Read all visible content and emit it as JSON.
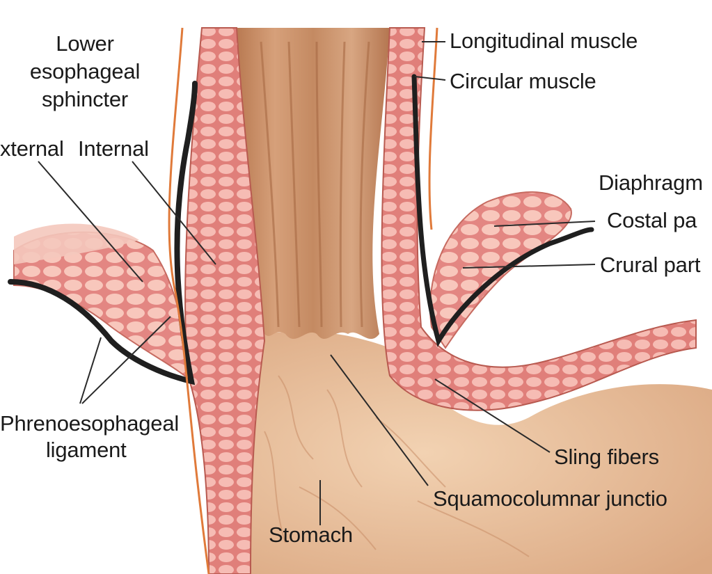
{
  "labels": {
    "les_line1": "Lower",
    "les_line2": "esophageal",
    "les_line3": "sphincter",
    "external": "xternal",
    "internal": "Internal",
    "phreno_line1": "Phrenoesophageal",
    "phreno_line2": "ligament",
    "stomach": "Stomach",
    "longitudinal": "Longitudinal muscle",
    "circular": "Circular muscle",
    "diaphragm": "Diaphragm",
    "costal": "Costal pa",
    "crural": "Crural part",
    "sling": "Sling fibers",
    "squamo": "Squamocolumnar junctio"
  },
  "colors": {
    "muscle": "#e8908a",
    "muscle_light": "#f6c4b8",
    "esophagus": "#c98c63",
    "stomach": "#ecc4a0",
    "outline": "#2a2a2a",
    "ligament": "#e07a3a"
  }
}
